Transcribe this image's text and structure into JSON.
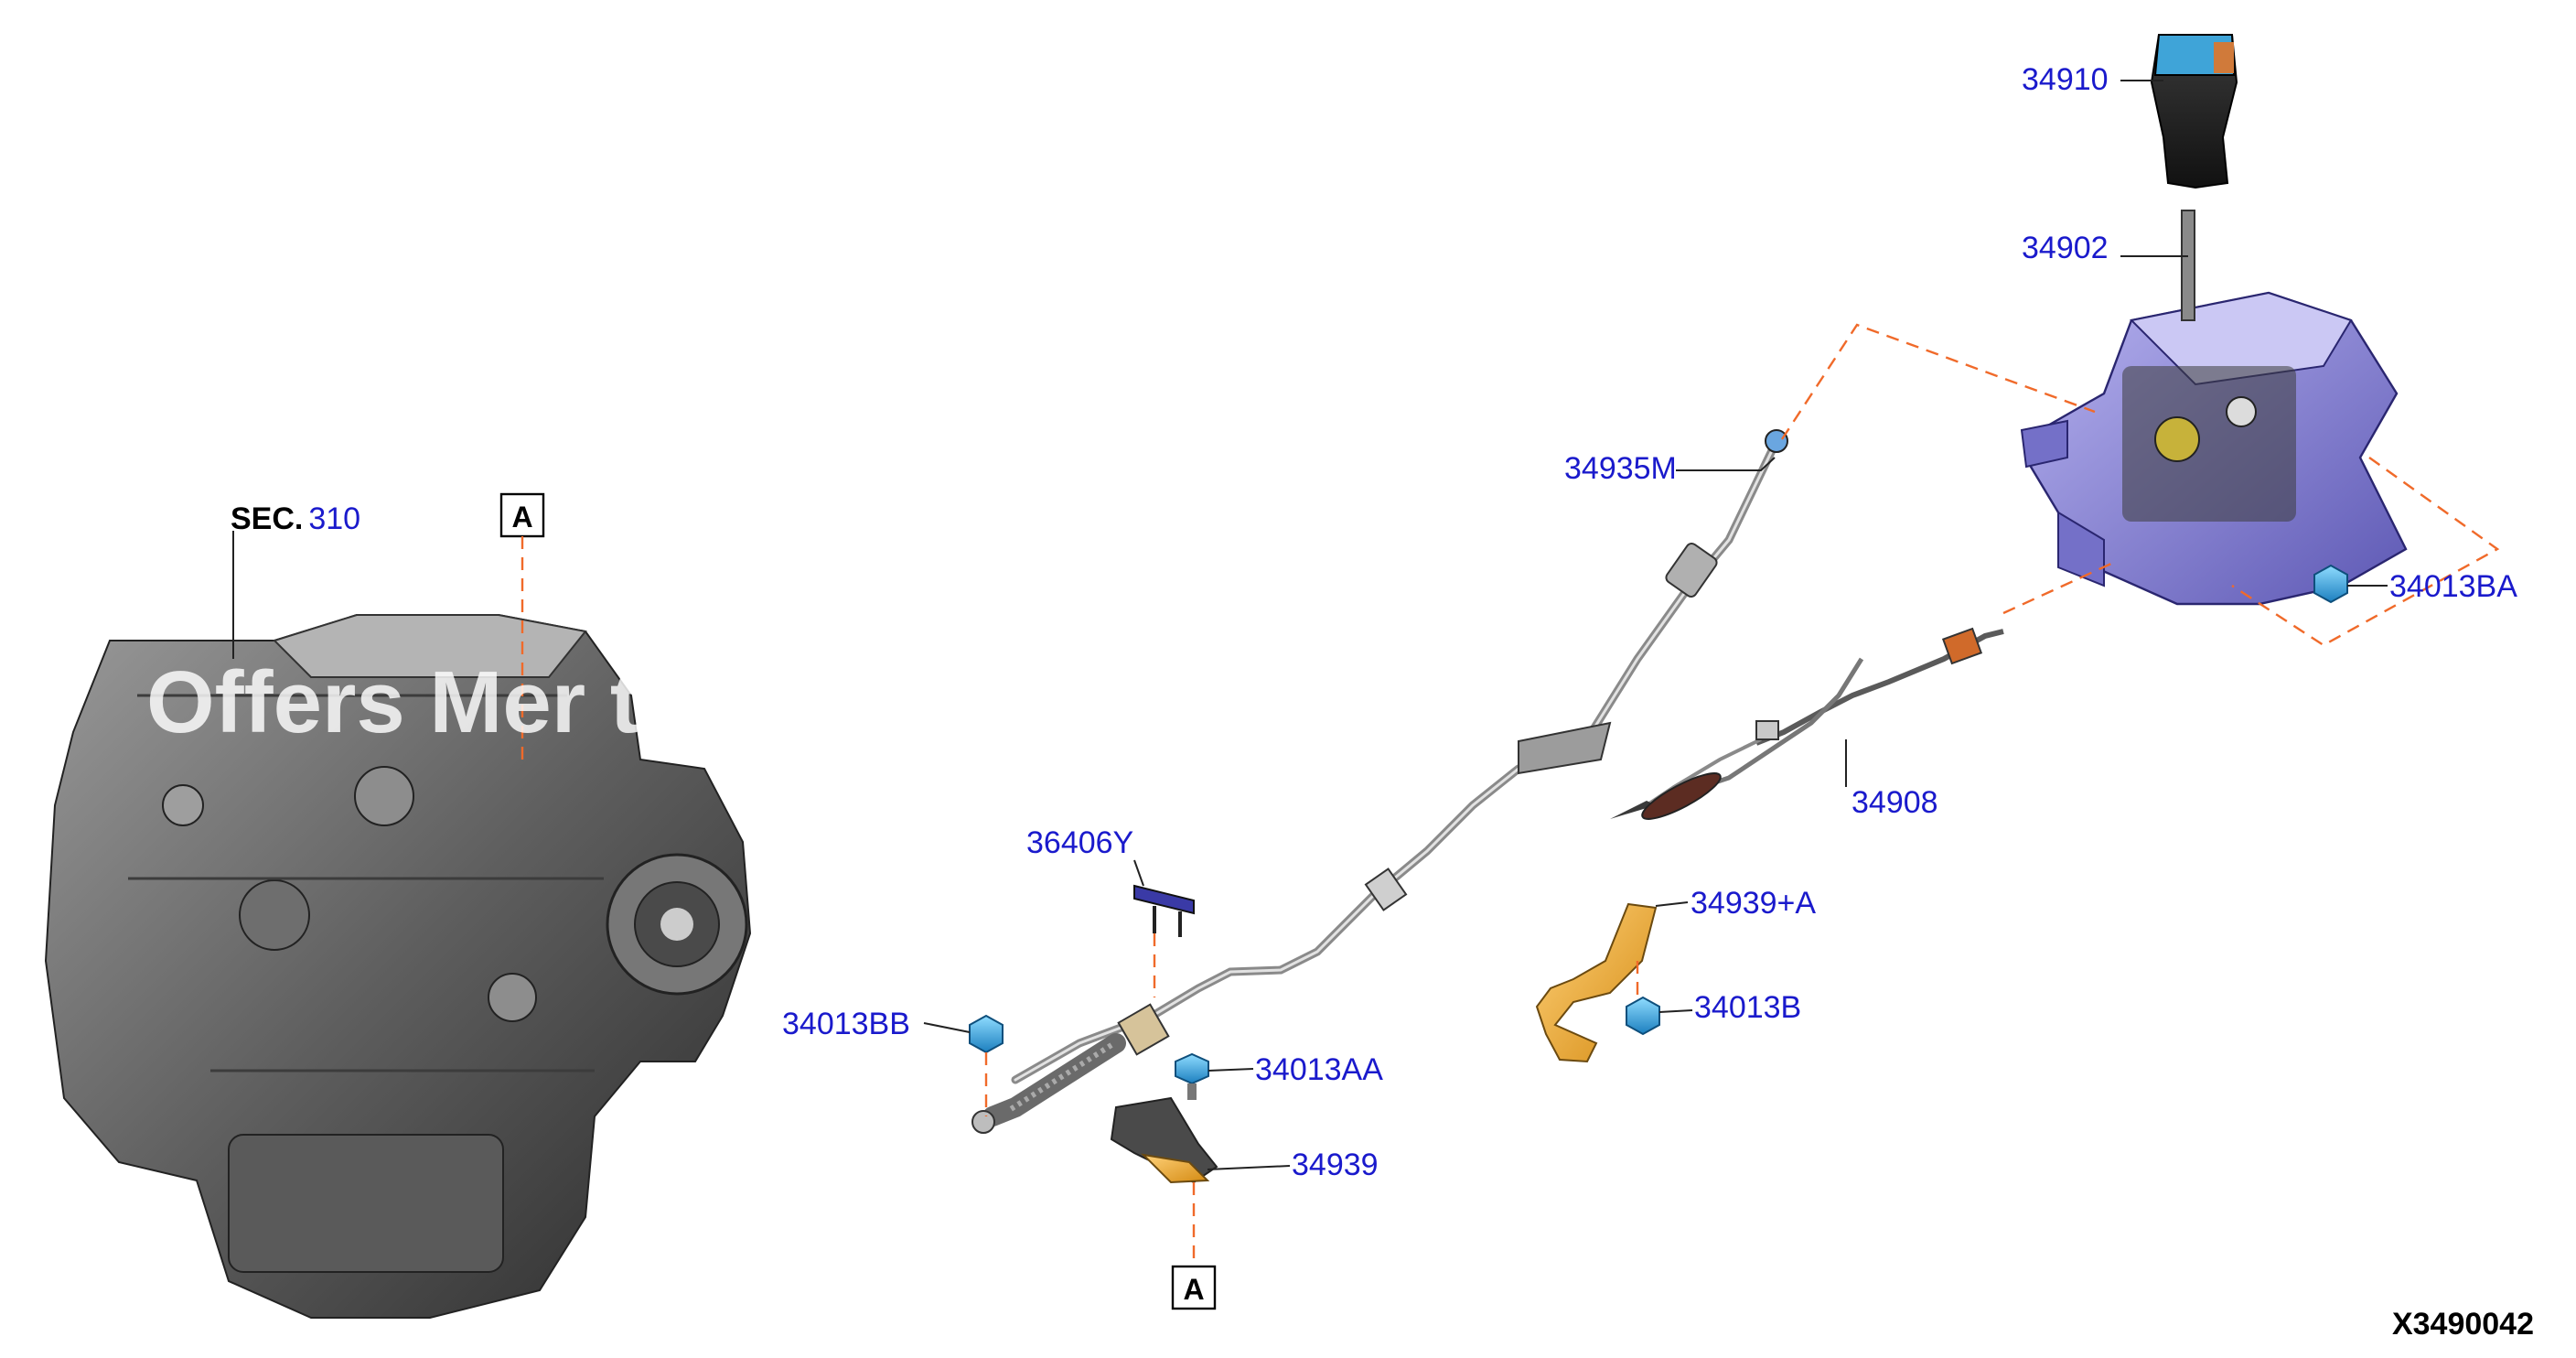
{
  "diagram": {
    "section_ref": {
      "prefix": "SEC.",
      "number": "310"
    },
    "ref_box_top": "A",
    "ref_box_bottom": "A",
    "figure_code": "X3490042",
    "watermark": "Offers Mer         talo",
    "parts": {
      "p34910": "34910",
      "p34902": "34902",
      "p34935M": "34935M",
      "p34013BA": "34013BA",
      "p34908": "34908",
      "p36406Y": "36406Y",
      "p34939A": "34939+A",
      "p34013BB": "34013BB",
      "p34013B": "34013B",
      "p34013AA": "34013AA",
      "p34939": "34939"
    },
    "colors": {
      "label_blue": "#1a1acc",
      "leader_dash_orange": "#f06a2a",
      "bracket_orange": "#f0a024",
      "nut_cyan": "#3ab4e8",
      "shifter_purple": "#8a86d8",
      "transmission_gray": "#6a6a6a"
    }
  }
}
